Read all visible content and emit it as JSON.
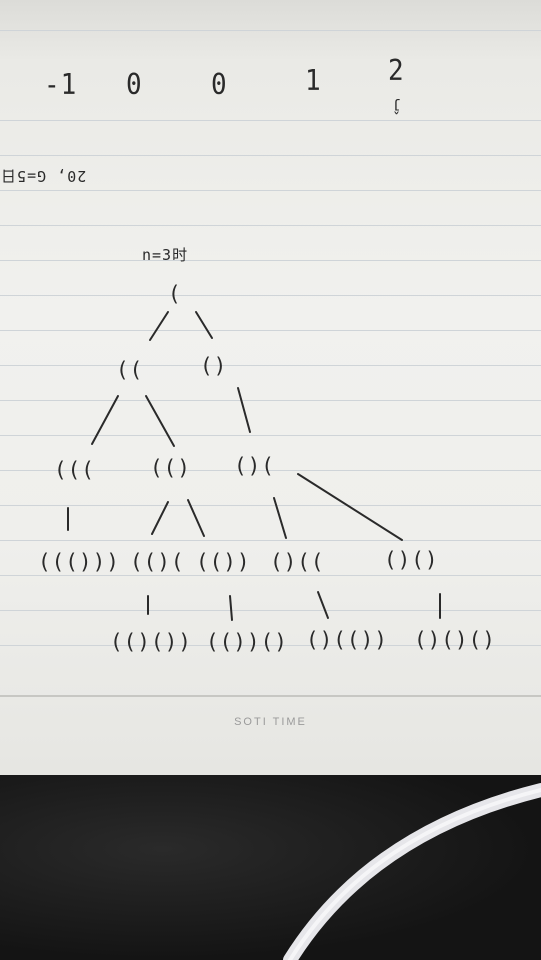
{
  "scale_row": [
    "-1",
    "0",
    "0",
    "1",
    "2"
  ],
  "hat_mark": "ĵ",
  "side_note": "20, G=5日",
  "header": "n=3时",
  "tree": {
    "root": "(",
    "level1": [
      "((",
      "()"
    ],
    "level2": [
      "(((",
      "(()",
      "()("
    ],
    "level3": [
      "((()))",
      "(()(",
      "(())",
      "()((",
      "()()"
    ],
    "level4": [
      "(()())",
      "(())()",
      "()(())",
      "()()()"
    ]
  },
  "brand": "SOTI TIME",
  "colors": {
    "ink": "#2a2a2a",
    "paper": "#efefec",
    "desk": "#161616",
    "cable": "#e6e6ea"
  }
}
